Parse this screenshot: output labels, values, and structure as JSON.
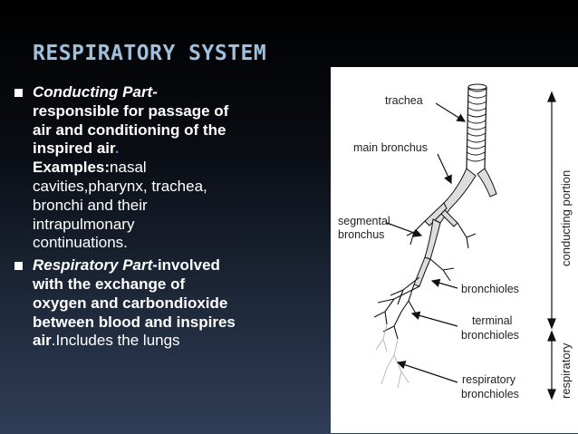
{
  "slide": {
    "title": "RESPIRATORY SYSTEM"
  },
  "bullets": {
    "conducting": {
      "heading": "Conducting Part-",
      "lines": [
        "responsible for passage of",
        "air and conditioning of the",
        "inspired air"
      ],
      "period": ".",
      "examples_label": "Examples:",
      "examples_first": "nasal",
      "examples_lines": [
        "cavities,pharynx, trachea,",
        "bronchi and their",
        "intrapulmonary",
        "continuations."
      ]
    },
    "respiratory": {
      "heading": "Respiratory Part",
      "heading_suffix": "-involved",
      "lines": [
        "with the exchange of",
        "oxygen and carbondioxide",
        "between blood and inspires"
      ],
      "last_bold": "air",
      "last_normal": ".Includes the lungs"
    }
  },
  "figure": {
    "labels": {
      "trachea": "trachea",
      "main_bronchus": "main bronchus",
      "segmental_1": "segmental",
      "segmental_2": "bronchus",
      "bronchioles": "bronchioles",
      "terminal_1": "terminal",
      "terminal_2": "bronchioles",
      "respiratory_1": "respiratory",
      "respiratory_2": "bronchioles",
      "conducting_portion": "conducting portion",
      "respiratory_side": "respiratory"
    }
  }
}
